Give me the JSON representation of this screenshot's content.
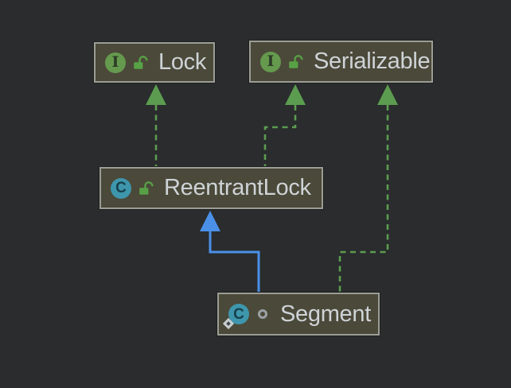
{
  "diagram": {
    "background": "#2a2c2d",
    "node_style": {
      "fill": "#4b4939",
      "border": "#9c9e96",
      "text_color": "#ced3d7"
    },
    "colors": {
      "interface_icon_bg": "#659a4e",
      "interface_icon_letter": "#2c3a26",
      "class_icon_bg": "#3e96ac",
      "class_icon_letter": "#17404c",
      "lock_icon": "#58a146",
      "visibility_ring": "#9ba1a5",
      "badge_outer": "#c9cdd0",
      "badge_inner": "#3f4a4d",
      "implements_edge": "#5c9c50",
      "extends_edge": "#4a90e9"
    },
    "nodes": [
      {
        "id": "lock",
        "label": "Lock",
        "kind": "interface",
        "icon_letter": "I",
        "visibility": "public",
        "icons": [
          "interface-icon",
          "unlocked-icon"
        ]
      },
      {
        "id": "serializable",
        "label": "Serializable",
        "kind": "interface",
        "icon_letter": "I",
        "visibility": "public",
        "icons": [
          "interface-icon",
          "unlocked-icon"
        ]
      },
      {
        "id": "reentrant_lock",
        "label": "ReentrantLock",
        "kind": "class",
        "icon_letter": "C",
        "visibility": "public",
        "icons": [
          "class-icon",
          "unlocked-icon"
        ]
      },
      {
        "id": "segment",
        "label": "Segment",
        "kind": "class",
        "icon_letter": "C",
        "visibility": "package-private",
        "modifiers": [
          "final"
        ],
        "icons": [
          "class-icon",
          "final-badge-icon",
          "package-private-icon"
        ]
      }
    ],
    "edges": [
      {
        "from": "ReentrantLock",
        "to": "Lock",
        "type": "implements",
        "line": "dashed",
        "color": "#5c9c50"
      },
      {
        "from": "ReentrantLock",
        "to": "Serializable",
        "type": "implements",
        "line": "dashed",
        "color": "#5c9c50"
      },
      {
        "from": "Segment",
        "to": "ReentrantLock",
        "type": "extends",
        "line": "solid",
        "color": "#4a90e9"
      },
      {
        "from": "Segment",
        "to": "Serializable",
        "type": "implements",
        "line": "dashed",
        "color": "#5c9c50"
      }
    ]
  }
}
